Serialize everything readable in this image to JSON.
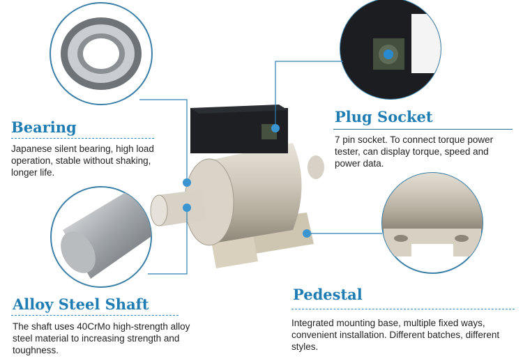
{
  "features": [
    {
      "title": "Bearing",
      "desc": "Japanese silent bearing, high load operation, stable without shaking, longer life."
    },
    {
      "title": "Plug Socket",
      "desc": "7 pin socket. To connect torque power tester, can display torque, speed and power data."
    },
    {
      "title": "Alloy Steel Shaft",
      "desc": "The shaft uses 40CrMo high-strength alloy steel material to increasing strength and toughness."
    },
    {
      "title": "Pedestal",
      "desc": "Integrated mounting base, multiple fixed ways, convenient installation. Different batches, different styles."
    }
  ],
  "colors": {
    "accent": "#1f7db3",
    "line": "#2a86bf",
    "dot": "#3a95d0"
  }
}
